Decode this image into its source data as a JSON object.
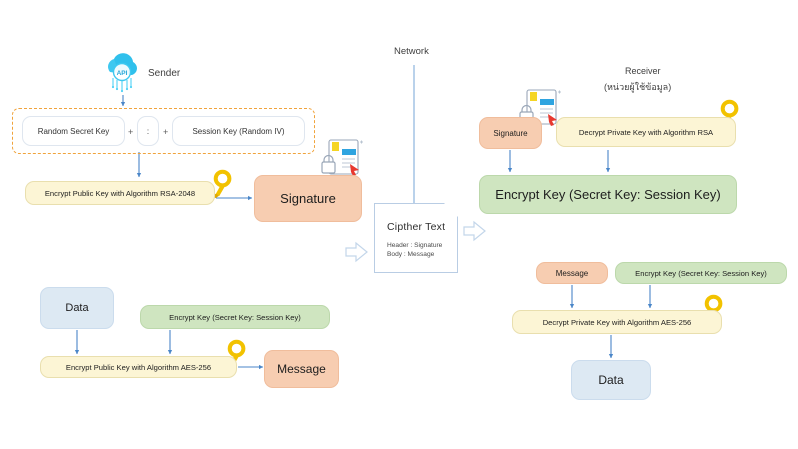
{
  "diagram": {
    "title_center": "Network",
    "sender": {
      "label": "Sender",
      "icon": "api-cloud-icon"
    },
    "receiver": {
      "label": "Receiver",
      "sublabel": "(หน่วยผู้ใช้ข้อมูล)"
    },
    "colors": {
      "peach": "#f7cdb1",
      "yellow": "#fcf5d5",
      "green": "#cfe5c0",
      "blue": "#dde9f3",
      "orange_dash": "#f0a33c",
      "arrow_blue": "#4a86c8",
      "key_yellow": "#f5c400"
    },
    "sender_side": {
      "key_group": {
        "random_secret_key": "Random Secret Key",
        "separator": ":",
        "session_key": "Session Key (Random IV)",
        "plus_1": "+",
        "plus_2": "+"
      },
      "encrypt_rsa": "Encrypt Public Key with Algorithm RSA-2048",
      "signature": "Signature",
      "data": "Data",
      "encrypt_key_session": "Encrypt Key (Secret Key: Session Key)",
      "encrypt_aes": "Encrypt Public Key with Algorithm AES-256",
      "message": "Message"
    },
    "network": {
      "cipher_title": "Cipther Text",
      "cipher_line_1": "Header : Signature",
      "cipher_line_2": "Body : Message"
    },
    "receiver_side": {
      "signature": "Signature",
      "decrypt_rsa": "Decrypt Private Key with Algorithm RSA",
      "encrypt_key_session_top": "Encrypt Key (Secret Key: Session Key)",
      "message": "Message",
      "encrypt_key_session_bottom": "Encrypt Key (Secret Key: Session Key)",
      "decrypt_aes": "Decrypt Private Key with Algorithm AES-256",
      "data": "Data"
    }
  }
}
